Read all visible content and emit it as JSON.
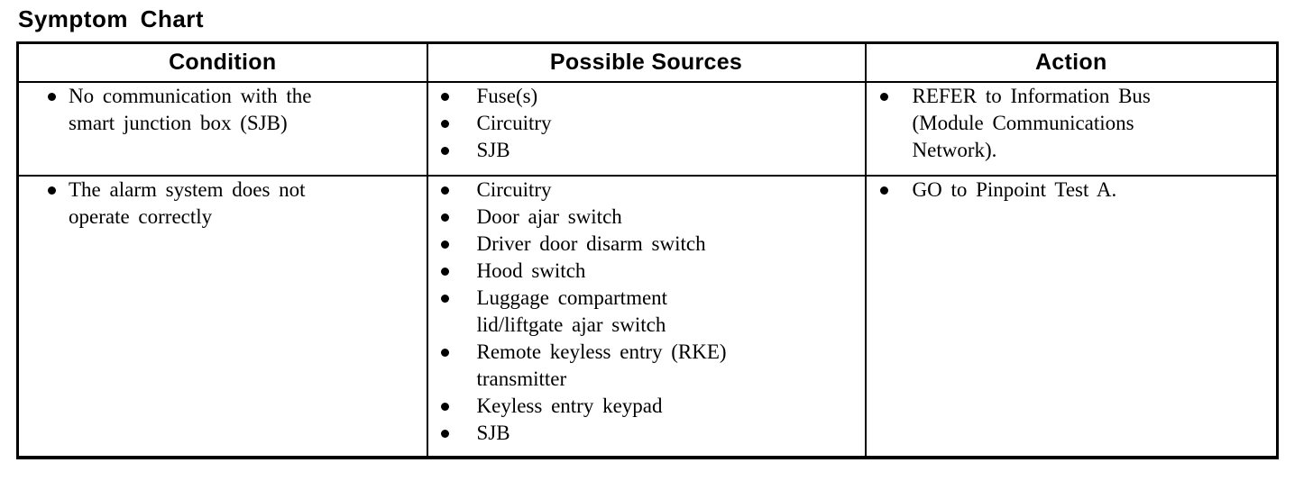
{
  "page_title": "Symptom Chart",
  "colors": {
    "text": "#000000",
    "background": "#ffffff",
    "table_border": "#000000"
  },
  "table": {
    "headers": [
      "Condition",
      "Possible Sources",
      "Action"
    ],
    "rows": [
      {
        "condition": [
          [
            "No communication with the",
            "smart junction box (SJB)"
          ]
        ],
        "sources": [
          [
            "Fuse(s)"
          ],
          [
            "Circuitry"
          ],
          [
            "SJB"
          ]
        ],
        "action": [
          [
            "REFER to Information Bus",
            "(Module Communications",
            "Network)."
          ]
        ]
      },
      {
        "condition": [
          [
            "The alarm system does not",
            "operate correctly"
          ]
        ],
        "sources": [
          [
            "Circuitry"
          ],
          [
            "Door ajar switch"
          ],
          [
            "Driver door disarm switch"
          ],
          [
            "Hood switch"
          ],
          [
            "Luggage compartment",
            "lid/liftgate ajar switch"
          ],
          [
            "Remote keyless entry (RKE)",
            "transmitter"
          ],
          [
            "Keyless entry keypad"
          ],
          [
            "SJB"
          ]
        ],
        "action": [
          [
            "GO to Pinpoint Test A."
          ]
        ]
      }
    ]
  }
}
